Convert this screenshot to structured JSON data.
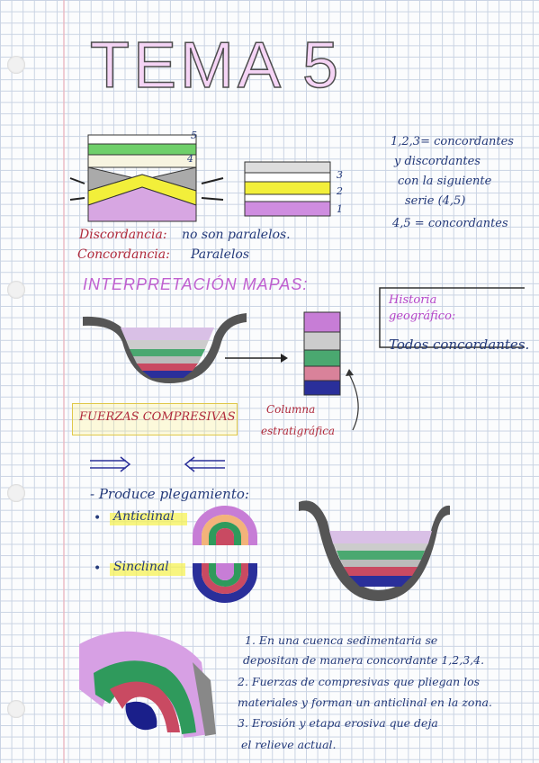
{
  "title": "TEMA 5",
  "diagram_labels": {
    "l5": "5",
    "l4": "4",
    "l3": "3",
    "l2": "2",
    "l1": "1"
  },
  "notes_top": {
    "line1": "1,2,3= concordantes",
    "line2": "y discordantes",
    "line3": "con la siguiente",
    "line4": "serie (4,5)",
    "line5": "4,5 = concordantes"
  },
  "definitions": {
    "discordancia_term": "Discordancia:",
    "discordancia_def": "no son paralelos.",
    "concordancia_term": "Concordancia:",
    "concordancia_def": "Paralelos"
  },
  "section_maps": "INTERPRETACIÓN MAPAS:",
  "historia": {
    "title1": "Historia",
    "title2": "geográfico:",
    "body": "Todos concordantes."
  },
  "columna": {
    "line1": "Columna",
    "line2": "estratigráfica"
  },
  "fuerzas": "FUERZAS COMPRESIVAS",
  "produce": "- Produce plegamiento:",
  "anticlinal": "Anticlinal",
  "sinclinal": "Sinclinal",
  "steps": {
    "s1a": "1. En una cuenca sedimentaria se",
    "s1b": "depositan de manera concordante 1,2,3,4.",
    "s2a": "2. Fuerzas de compresivas que pliegan los",
    "s2b": "materiales y forman un anticlinal en la zona.",
    "s3a": "3. Erosión y etapa erosiva que deja",
    "s3b": "el relieve actual."
  },
  "colors": {
    "ink": "#243a7a",
    "red": "#b02a3b",
    "magenta": "#c060d0",
    "yellow": "#f2ef3a",
    "green": "#2f9a5c",
    "blue": "#2a2f9a",
    "grey": "#6a6a6a"
  }
}
